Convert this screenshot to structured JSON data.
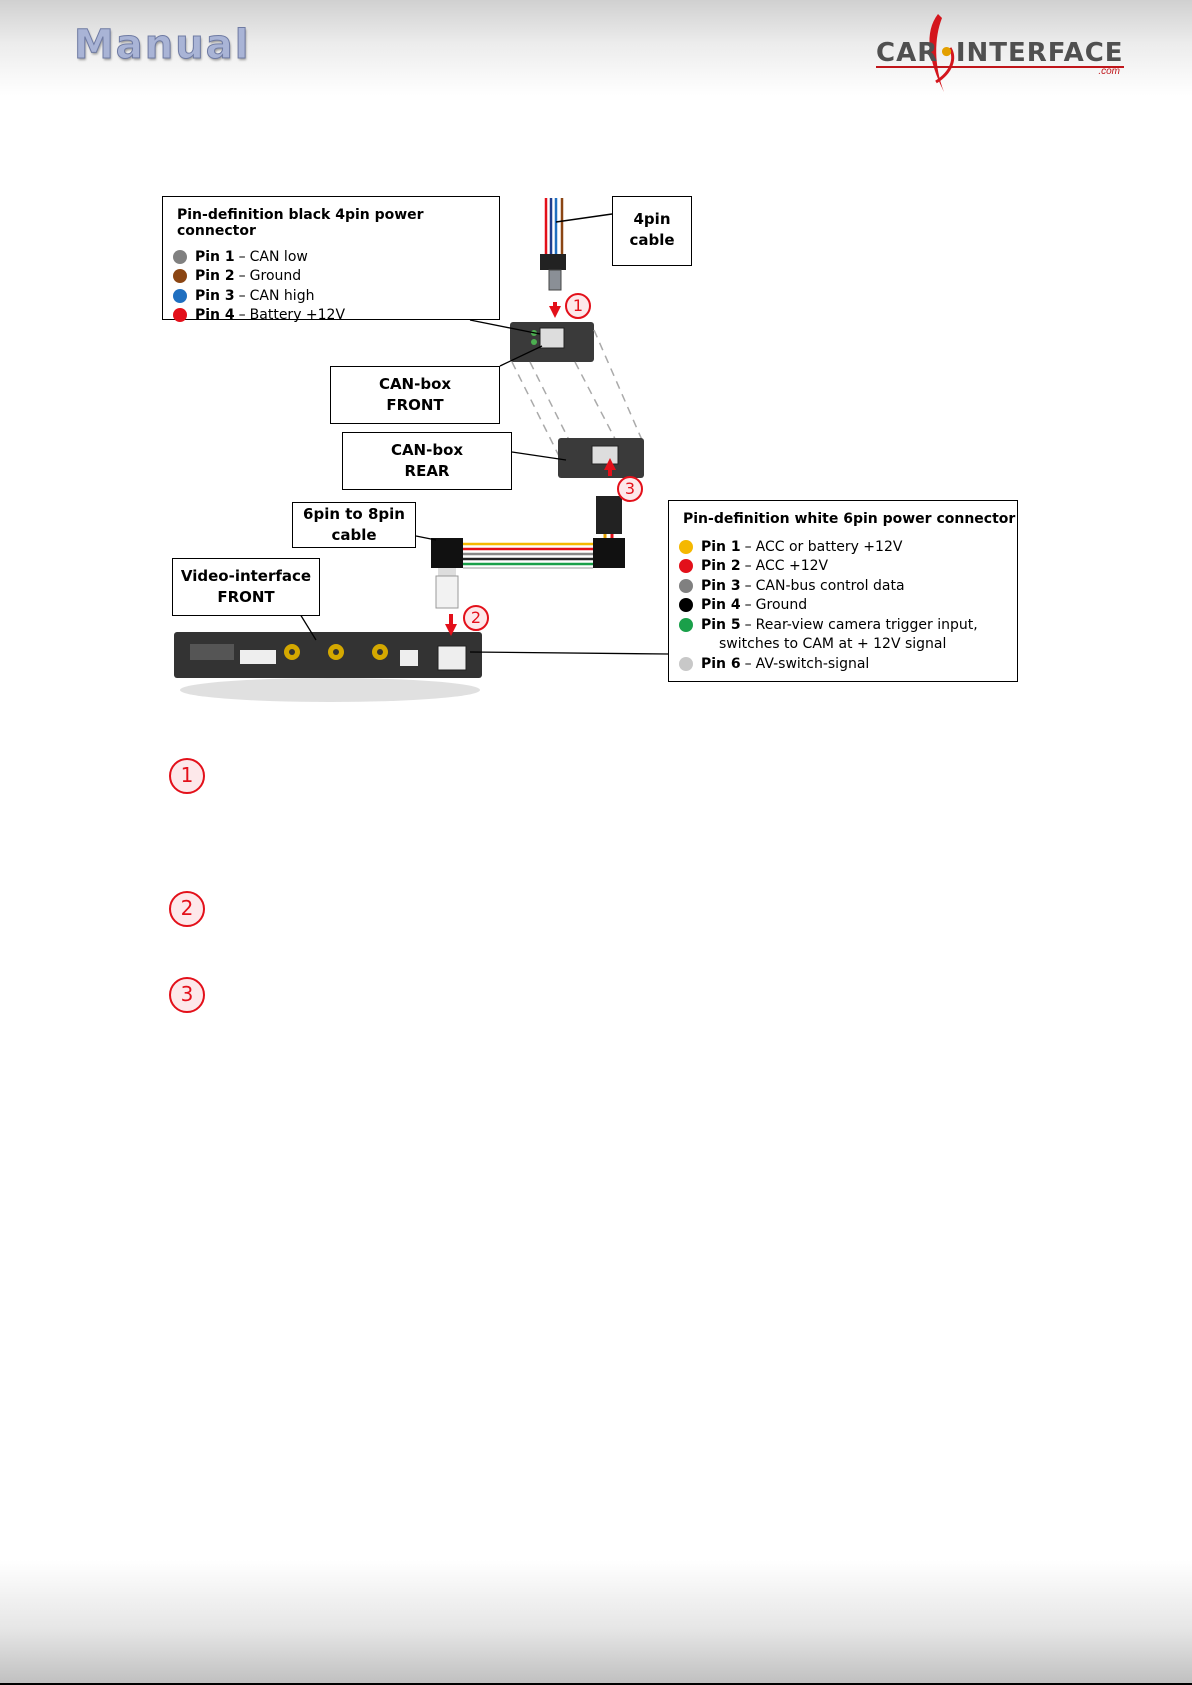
{
  "header": {
    "title": "Manual",
    "logo": {
      "text_left": "CAR",
      "text_right": "INTERFACE",
      "suffix": ".com"
    }
  },
  "diagram": {
    "black_connector": {
      "title": "Pin-definition black 4pin power connector",
      "pins": [
        {
          "name": "Pin 1",
          "desc": "CAN low",
          "color": "#808080"
        },
        {
          "name": "Pin 2",
          "desc": "Ground",
          "color": "#8b4513"
        },
        {
          "name": "Pin 3",
          "desc": "CAN high",
          "color": "#1f6fc0"
        },
        {
          "name": "Pin 4",
          "desc": "Battery +12V",
          "color": "#e3101a"
        }
      ]
    },
    "white_connector": {
      "title": "Pin-definition white 6pin power connector",
      "pins": [
        {
          "name": "Pin 1",
          "desc": "ACC or battery +12V",
          "color": "#f5b800"
        },
        {
          "name": "Pin 2",
          "desc": "ACC +12V",
          "color": "#e3101a"
        },
        {
          "name": "Pin 3",
          "desc": "CAN-bus control data",
          "color": "#808080"
        },
        {
          "name": "Pin 4",
          "desc": "Ground",
          "color": "#000000"
        },
        {
          "name": "Pin 5",
          "desc": "Rear-view camera trigger input,",
          "desc2": "switches to CAM at + 12V signal",
          "color": "#1aa04a"
        },
        {
          "name": "Pin 6",
          "desc": "AV-switch-signal",
          "color": "#c8c8c8"
        }
      ]
    },
    "labels": {
      "cable_4pin": [
        "4pin",
        "cable"
      ],
      "canbox_front": [
        "CAN-box",
        "FRONT"
      ],
      "canbox_rear": [
        "CAN-box",
        "REAR"
      ],
      "cable_6to8": [
        "6pin to 8pin",
        "cable"
      ],
      "video_interface": [
        "Video-interface",
        "FRONT"
      ]
    },
    "markers": [
      "1",
      "2",
      "3"
    ],
    "dash_separator": "–"
  },
  "steps": [
    "1",
    "2",
    "3"
  ],
  "colors": {
    "marker_red": "#e3101a"
  }
}
